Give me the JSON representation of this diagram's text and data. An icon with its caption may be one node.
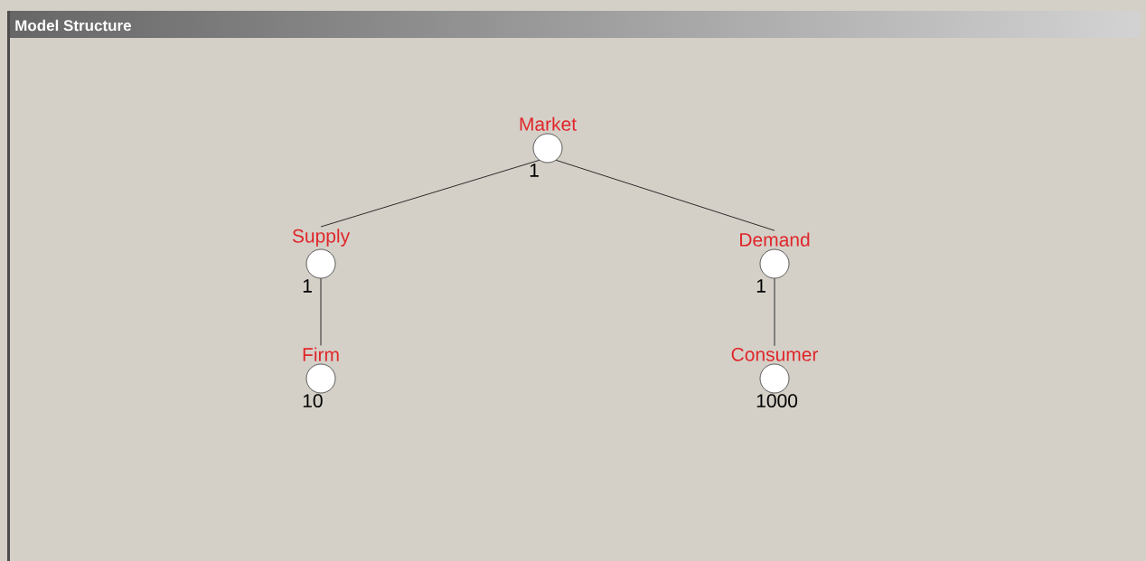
{
  "diagram": {
    "title": "Model Structure",
    "nodes": [
      {
        "text": [
          "Market"
        ],
        "beside": [
          "1"
        ]
      },
      {
        "text": [
          "Supply"
        ],
        "beside": [
          "1"
        ]
      },
      {
        "text": [
          "Demand"
        ],
        "beside": [
          "1"
        ]
      },
      {
        "text": [
          "Firm"
        ],
        "beside": [
          "10"
        ]
      },
      {
        "text": [
          "Consumer"
        ],
        "beside": [
          "1000"
        ]
      }
    ],
    "edges": [
      {
        "from": 0,
        "to": 1,
        "arrow": "none"
      },
      {
        "from": 0,
        "to": 2,
        "arrow": "none"
      },
      {
        "from": 1,
        "to": 3,
        "arrow": "none"
      },
      {
        "from": 2,
        "to": 4,
        "arrow": "none"
      }
    ]
  }
}
